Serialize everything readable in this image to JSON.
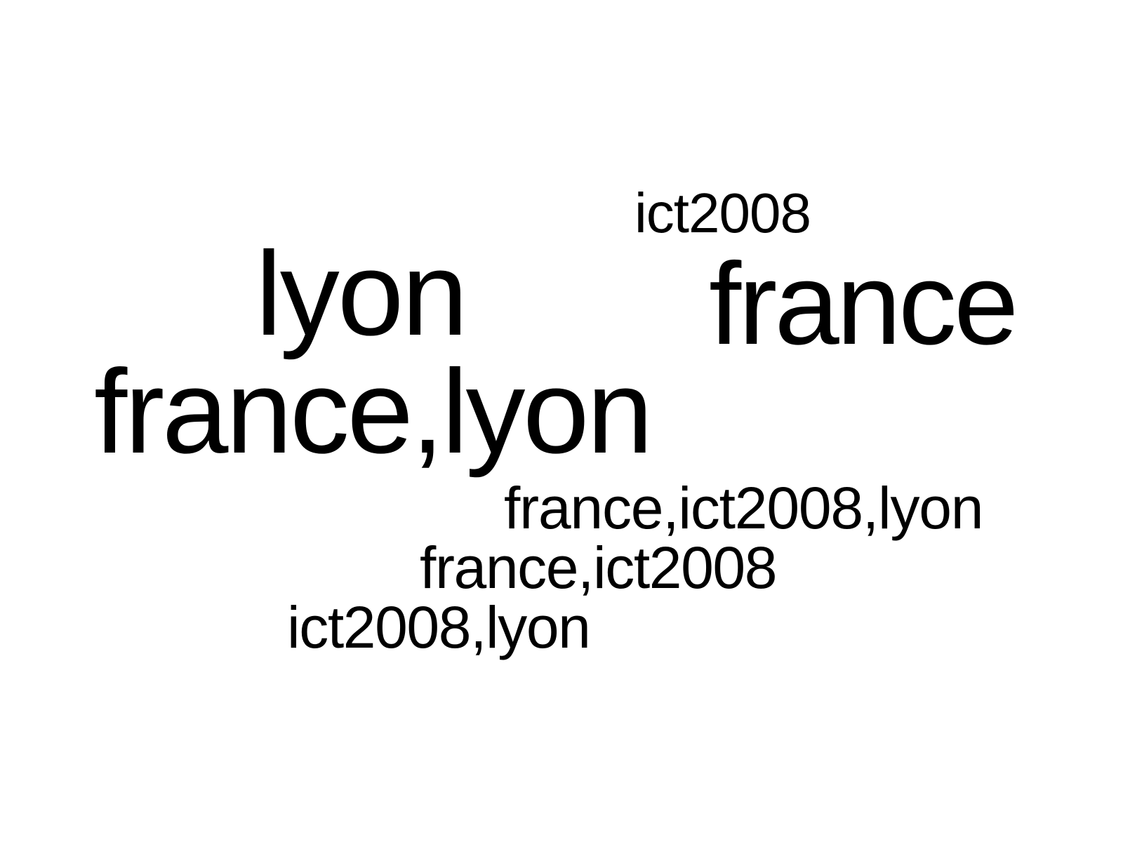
{
  "background_color": "#ffffff",
  "text_color": "#000000",
  "words": [
    {
      "text": "ict2008"
    },
    {
      "text": "lyon"
    },
    {
      "text": "france"
    },
    {
      "text": "france,lyon"
    },
    {
      "text": "france,ict2008,lyon"
    },
    {
      "text": "france,ict2008"
    },
    {
      "text": "ict2008,lyon"
    }
  ]
}
